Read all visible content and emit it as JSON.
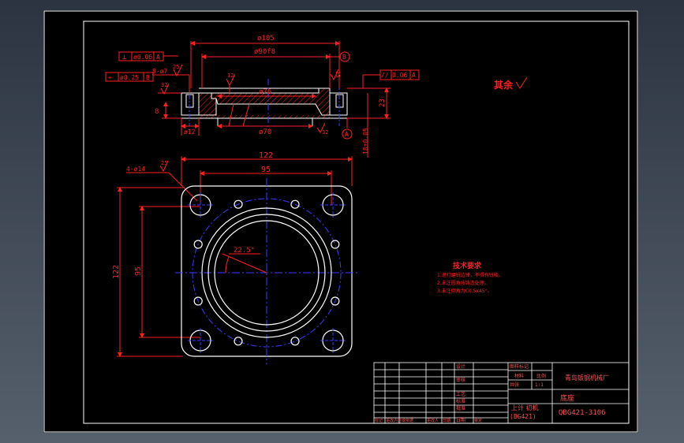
{
  "colors": {
    "background": "#000000",
    "frame": "#ffffff",
    "dimension": "#ff2020",
    "outline": "#ffffff",
    "center_line": "#3b3bff",
    "hatch": "#ff2020",
    "notes": "#ff2020",
    "title_text": "#ff5050"
  },
  "section_view": {
    "dim_top_overall": "ø105",
    "dim_top_fit": "ø90f8",
    "datum_b": "B",
    "datum_a": "A",
    "fcf_perp_symbol": "⊥",
    "fcf_perp_value": "ø0.06",
    "fcf_perp_datum": "A",
    "fcf_pos_symbol": "⌖",
    "fcf_pos_value": "ø0.25",
    "fcf_pos_datum": "B",
    "fcf_parallel_symbol": "//",
    "fcf_parallel_value": "0.06",
    "fcf_parallel_datum": "A",
    "hole_callout": "8-ø7",
    "rough_25_left": "25",
    "rough_32_left": "32",
    "rough_12": "12",
    "rough_25_right": "25",
    "rough_32_right": "32",
    "dim_inner_bore": "ø76",
    "dim_bottom_bore": "ø70",
    "dim_left_bottom": "ø12",
    "dim_height_23": "23",
    "dim_height_8": "8",
    "dim_thickness": "18±0.05"
  },
  "plan_view": {
    "dim_width": "122",
    "dim_hole_spacing": "95",
    "dim_height": "122",
    "dim_vertical_spacing": "95",
    "hole_callout": "4-ø14",
    "rough_mark": "25",
    "angle": "22.5°"
  },
  "roughness_note": "其余",
  "notes": {
    "title": "技术要求",
    "items": [
      "1.退打磨锐边锋，不得有锐棱。",
      "2.未注圆角按铸造处理。",
      "3.未注倒角为C0.5x45°。"
    ]
  },
  "title_block": {
    "company": "青岛钣钢机械厂",
    "part_name": "底座",
    "drawing_number": "QBG421-3106",
    "design_unit": "上计 初机",
    "scale_code": "(BG421)",
    "row_labels": [
      "设计",
      "审核",
      "工艺",
      "标准",
      "批准",
      "日期"
    ],
    "weight_label": "图样标记",
    "material_label": "材料",
    "ratio_label": "比例",
    "ratio_value": "1:1",
    "sheet_label": "共张",
    "revision_labels": [
      "标记",
      "更改内容或依据",
      "更改人",
      "日期",
      "审定"
    ]
  }
}
